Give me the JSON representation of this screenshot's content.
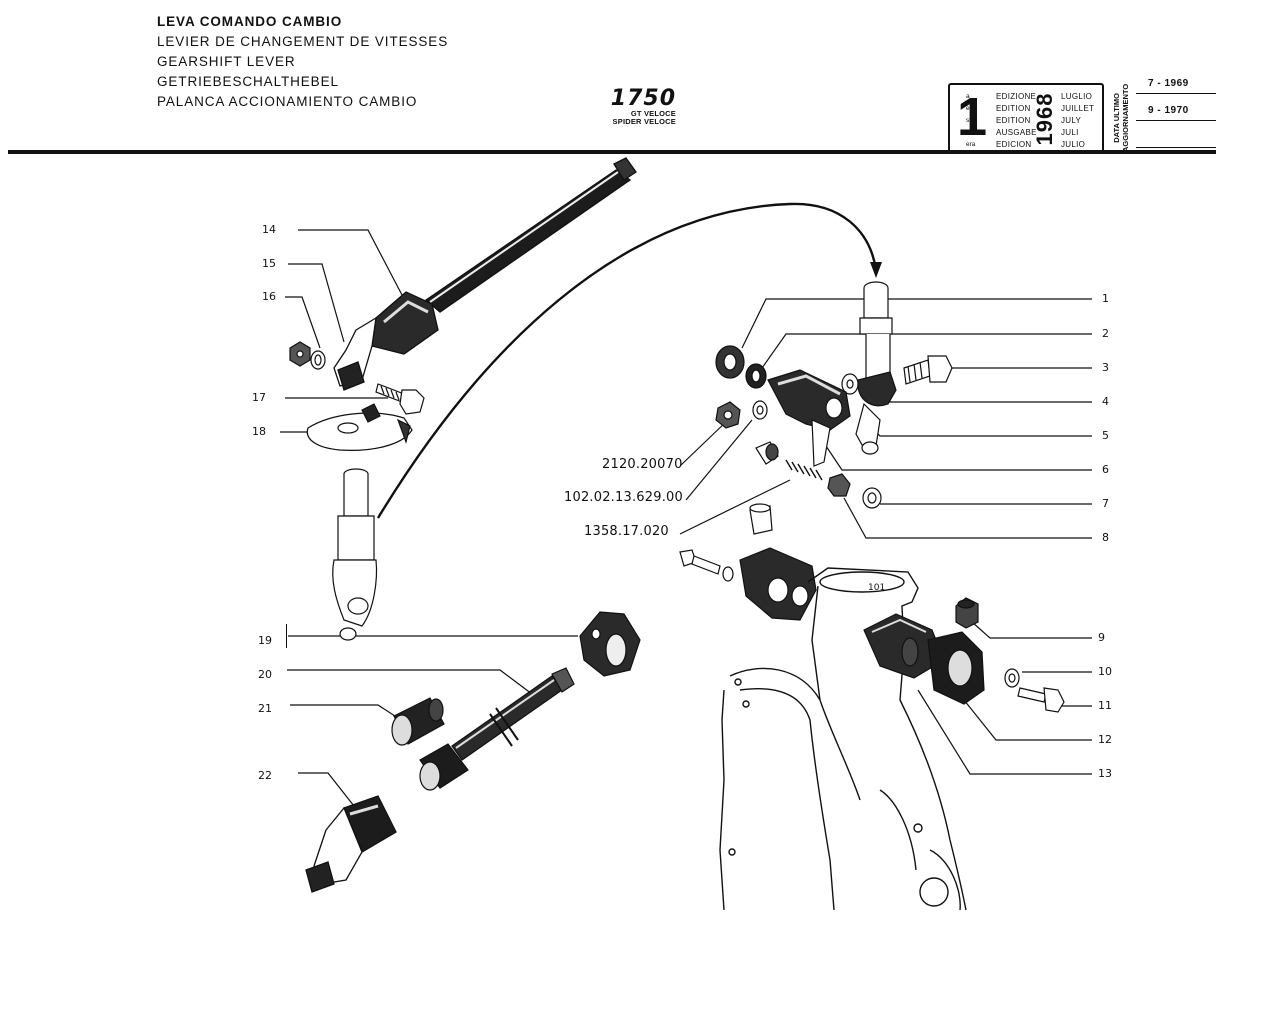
{
  "titles": [
    "LEVA COMANDO CAMBIO",
    "LEVIER DE CHANGEMENT DE VITESSES",
    "GEARSHIFT LEVER",
    "GETRIEBESCHALTHEBEL",
    "PALANCA ACCIONAMIENTO CAMBIO"
  ],
  "model": {
    "number": "1750",
    "variants": [
      "GT VELOCE",
      "SPIDER VELOCE"
    ]
  },
  "edition": {
    "number": "1",
    "suffixes": [
      "a",
      "ere",
      "st",
      ".",
      "era"
    ],
    "words": [
      "EDIZIONE",
      "EDITION",
      "EDITION",
      "AUSGABE",
      "EDICION"
    ],
    "year": "1968",
    "months": [
      "LUGLIO",
      "JUILLET",
      "JULY",
      "JULI",
      "JULIO"
    ]
  },
  "update": {
    "label_line1": "DATA ULTIMO",
    "label_line2": "AGGIORNAMENTO",
    "dates": [
      "7 - 1969",
      "9 - 1970"
    ]
  },
  "callouts": {
    "left": [
      "14",
      "15",
      "16",
      "17",
      "18",
      "19",
      "20",
      "21",
      "22"
    ],
    "right": [
      "1",
      "2",
      "3",
      "4",
      "5",
      "6",
      "7",
      "8",
      "9",
      "10",
      "11",
      "12",
      "13"
    ]
  },
  "part_numbers": [
    "2120.20070",
    "102.02.13.629.00",
    "1358.17.020"
  ],
  "housing_mark": "101"
}
